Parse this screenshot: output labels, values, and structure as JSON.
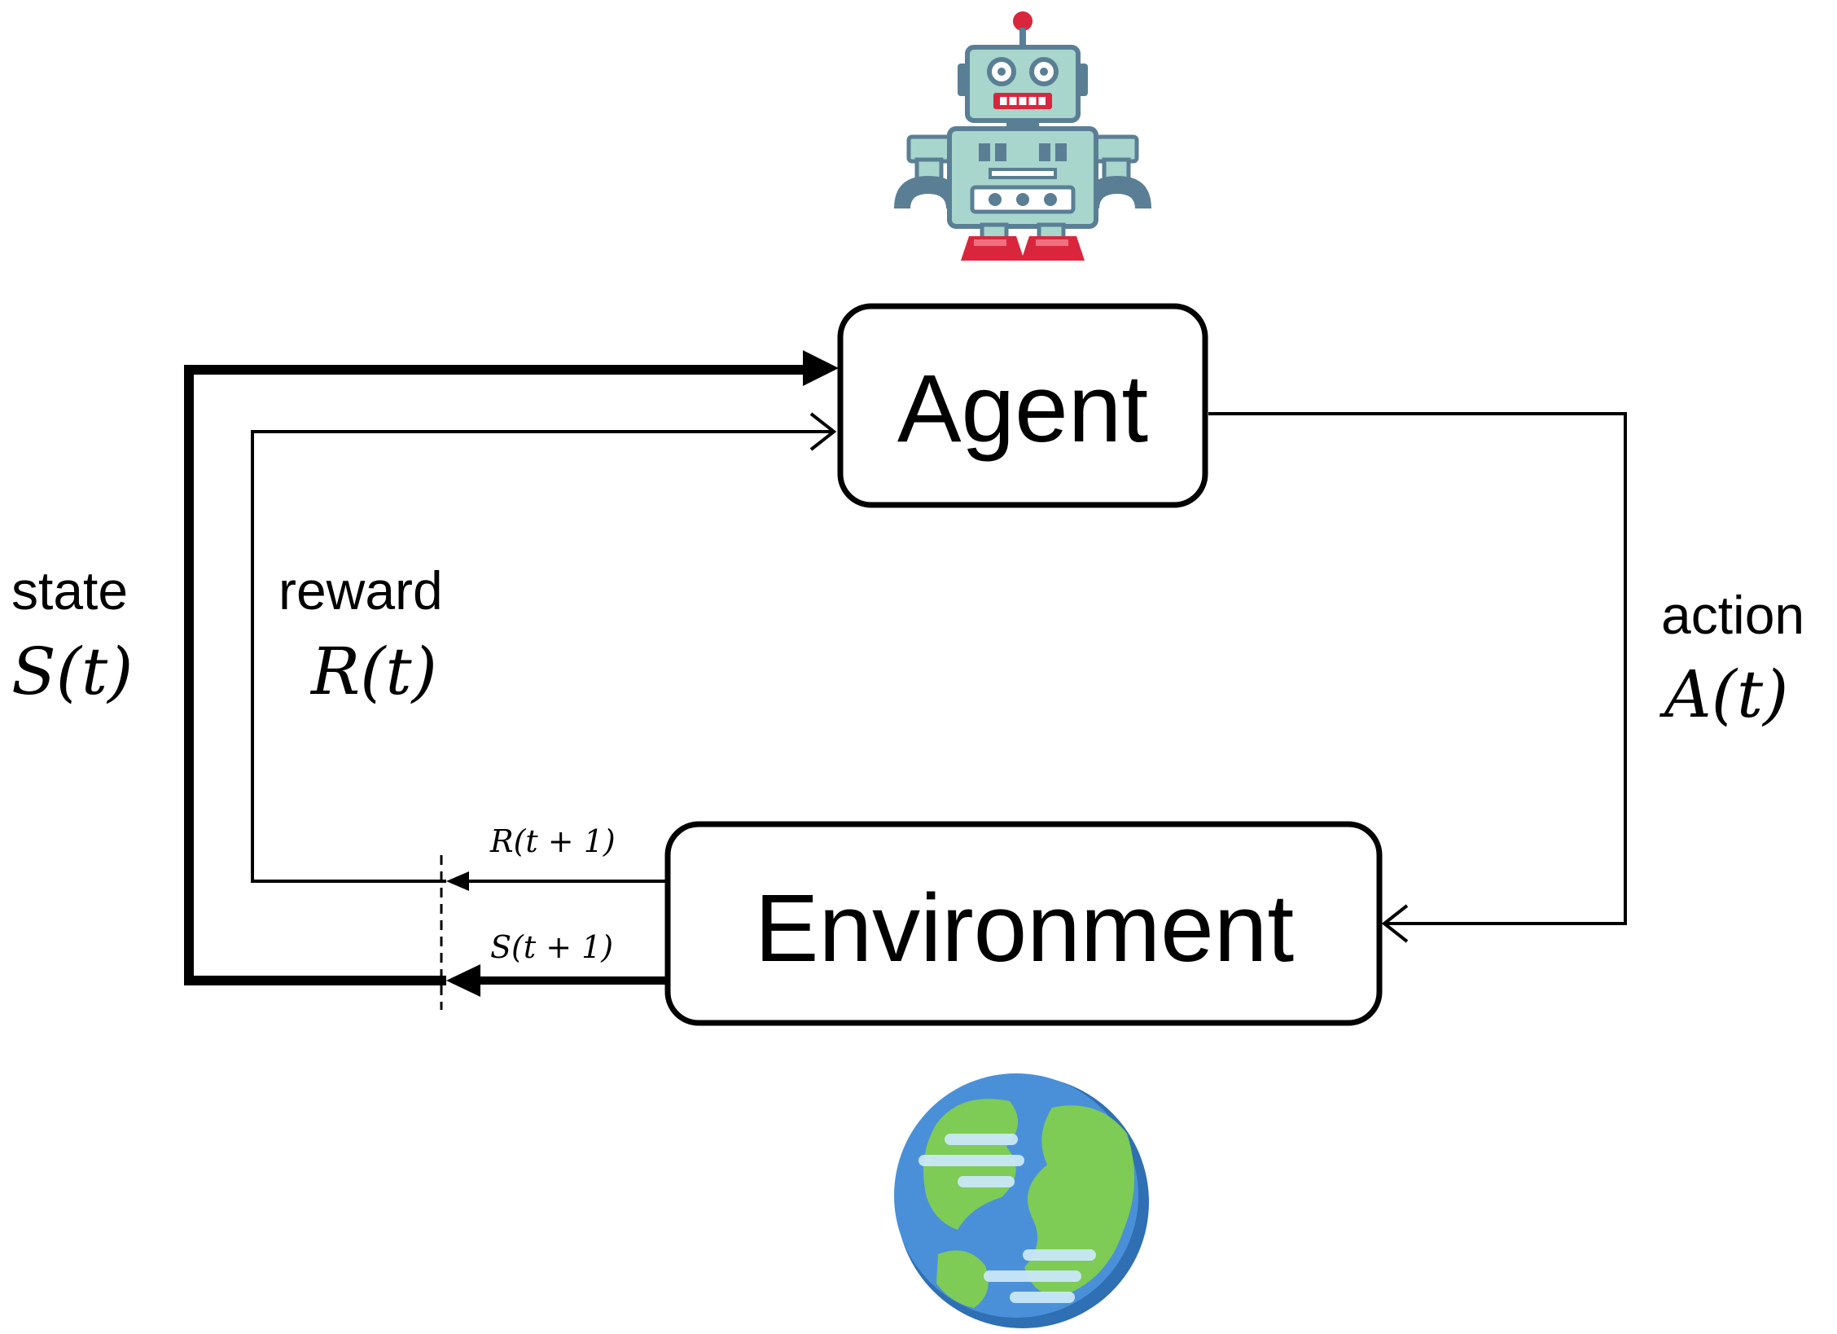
{
  "nodes": {
    "agent": {
      "label": "Agent"
    },
    "environment": {
      "label": "Environment"
    }
  },
  "edges": {
    "state": {
      "word": "state",
      "symbol": "S(t)"
    },
    "reward": {
      "word": "reward",
      "symbol": "R(t)"
    },
    "action": {
      "word": "action",
      "symbol": "A(t)"
    },
    "next_reward": {
      "symbol": "R(t + 1)"
    },
    "next_state": {
      "symbol": "S(t + 1)"
    }
  },
  "icons": {
    "agent": "robot-icon",
    "environment": "earth-globe-icon"
  },
  "colors": {
    "line": "#000000",
    "robot_body": "#a8d5cc",
    "robot_dark": "#5a7f95",
    "robot_red": "#d9263c",
    "globe_ocean": "#4a90d9",
    "globe_land": "#7ecb55",
    "globe_cloud": "#c9e8f7"
  }
}
